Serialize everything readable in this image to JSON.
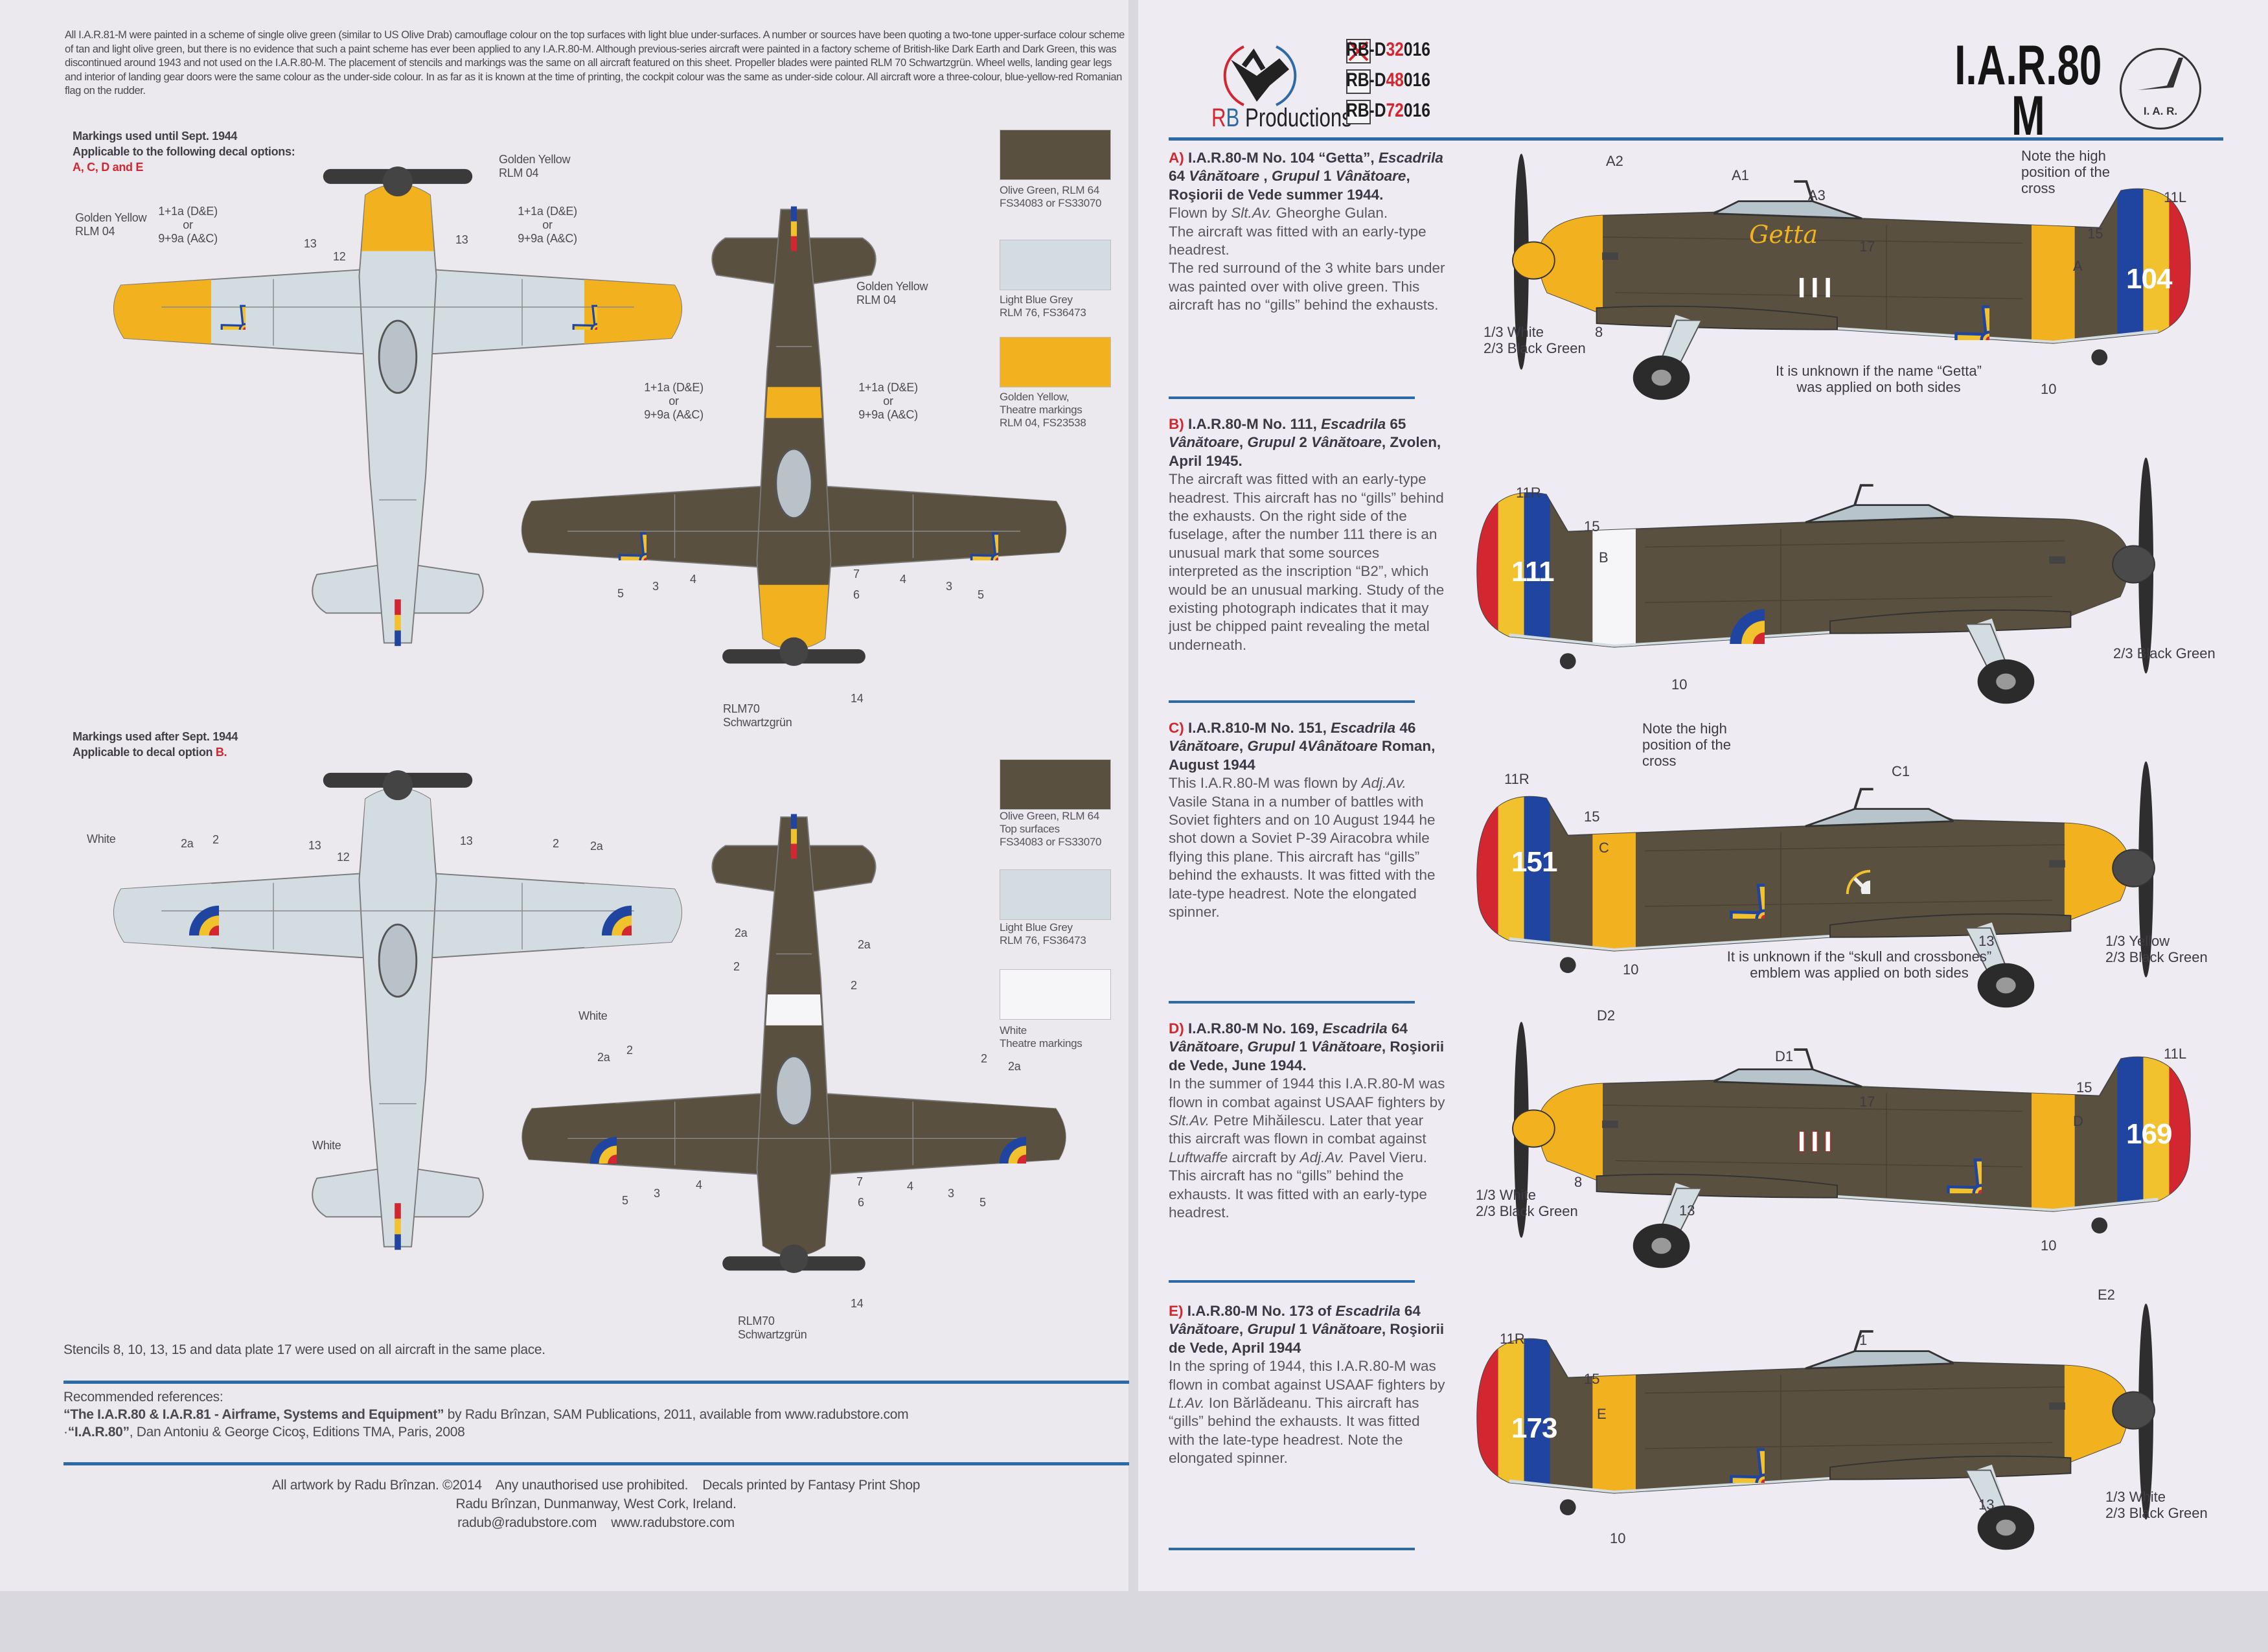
{
  "intro": "All I.A.R.81-M were painted in a scheme of single olive green (similar to US Olive Drab) camouflage colour on the top surfaces with light blue under-surfaces. A number or sources have been quoting a two-tone upper-surface colour scheme of tan and light olive green, but there is no evidence that such a paint scheme has ever been applied to any I.A.R.80-M. Although previous-series aircraft were painted in a factory scheme of British-like Dark Earth and Dark Green, this was discontinued around 1943 and not used on the I.A.R.80-M.  The placement of stencils and markings was the same on all aircraft featured on this sheet. Propeller blades were painted RLM 70 Schwartzgrün. Wheel wells, landing gear legs and interior of landing gear doors were the same colour as the under-side colour. In as far as it is known at the time of printing, the cockpit colour was the same as under-side colour. All aircraft wore a three-colour, blue-yellow-red Romanian flag on the rudder.",
  "left": {
    "section1": {
      "title": "Markings used until Sept. 1944",
      "applicable": "Applicable to the following decal options:",
      "options": "A, C, D and E"
    },
    "section2": {
      "title": "Markings used after Sept. 1944",
      "applicable": "Applicable to decal option ",
      "options": "B."
    },
    "swatches1": [
      {
        "color": "#5a503f",
        "label": "Olive Green, RLM 64\nFS34083 or FS33070"
      },
      {
        "color": "#d3dde1",
        "label": "Light Blue Grey\nRLM 76, FS36473"
      },
      {
        "color": "#f2b21f",
        "label": "Golden Yellow,\nTheatre markings\nRLM 04, FS23538"
      }
    ],
    "swatches2": [
      {
        "color": "#5a503f",
        "label": "Olive Green, RLM 64\nTop surfaces\nFS34083 or FS33070"
      },
      {
        "color": "#d3dde1",
        "label": "Light Blue Grey\nRLM 76, FS36473"
      },
      {
        "color": "#f6f5f8",
        "label": "White\nTheatre markings"
      }
    ],
    "callouts": {
      "tl": [
        "Golden Yellow\nRLM 04",
        "Golden Yellow\nRLM 04",
        "1+1a (D&E)\nor\n9+9a (A&C)",
        "1+1a (D&E)\nor\n9+9a (A&C)",
        "13",
        "12",
        "13"
      ],
      "tr": [
        "Golden Yellow\nRLM 04",
        "1+1a (D&E)\nor\n9+9a (A&C)",
        "1+1a (D&E)\nor\n9+9a (A&C)",
        "5",
        "3",
        "4",
        "7",
        "6",
        "4",
        "3",
        "5",
        "14",
        "RLM70\nSchwartzgrün"
      ],
      "bl": [
        "White",
        "2a",
        "2",
        "13",
        "12",
        "13",
        "2",
        "2a",
        "White",
        "White"
      ],
      "br": [
        "2a",
        "2",
        "2a",
        "2",
        "2a",
        "2",
        "2",
        "2a",
        "5",
        "3",
        "4",
        "7",
        "6",
        "4",
        "3",
        "5",
        "14",
        "RLM70\nSchwartzgrün"
      ]
    },
    "stencil_note": "Stencils 8, 10, 13, 15 and data plate 17 were used on all aircraft in the same place.",
    "references": {
      "heading": "Recommended references:",
      "ref1_title": "“The I.A.R.80 & I.A.R.81 - Airframe, Systems and Equipment”",
      "ref1_rest": " by Radu Brînzan, SAM Publications, 2011, available from www.radubstore.com",
      "ref2_prefix": "·",
      "ref2_title": "“I.A.R.80”",
      "ref2_rest": ", Dan Antoniu & George Cicoş, Editions TMA, Paris, 2008"
    },
    "footer": {
      "line1": "All artwork by Radu Brînzan. ©2014    Any unauthorised use prohibited.    Decals printed by Fantasy Print Shop",
      "line2": "Radu Brînzan, Dunmanway, West Cork, Ireland.",
      "email": "radub@radubstore.com",
      "website": "www.radubstore.com"
    }
  },
  "header": {
    "brand_r": "R",
    "brand_b": "B",
    "brand_rest": " Productions",
    "codes": [
      {
        "prefix": "RB-D",
        "scale": "32",
        "suffix": "016",
        "checked": true
      },
      {
        "prefix": "RB-D",
        "scale": "48",
        "suffix": "016",
        "checked": false
      },
      {
        "prefix": "RB-D",
        "scale": "72",
        "suffix": "016",
        "checked": false
      }
    ],
    "title": "I.A.R.80",
    "subtitle": "M",
    "emblem_text": "I. A. R."
  },
  "options": [
    {
      "title": [
        {
          "t": "A)",
          "red": true
        },
        " I.A.R.80-M No. 104 “Getta”, ",
        {
          "t": "Escadrila",
          "i": true
        },
        " 64 ",
        {
          "t": "Vânătoare",
          "i": true
        },
        " , ",
        {
          "t": "Grupul",
          "i": true
        },
        " 1 ",
        {
          "t": "Vânătoare",
          "i": true
        },
        ", Roşiorii de Vede summer 1944."
      ],
      "body": [
        [
          "Flown by ",
          {
            "t": "Slt.Av.",
            "i": true
          },
          " Gheorghe Gulan."
        ],
        [
          "The aircraft was fitted with an early-type headrest."
        ],
        [
          "The red surround of the 3 white bars under was painted over with olive green. This aircraft has no “gills” behind the exhausts."
        ]
      ],
      "callouts": [
        "A2",
        "A1",
        "A3",
        "Note the high\nposition of the\ncross",
        "11L",
        "15",
        "A",
        "17",
        "1/3 White\n2/3 Black Green",
        "8",
        "It is unknown if the name “Getta”\nwas applied on both sides",
        "10",
        "Getta",
        "III",
        "104"
      ]
    },
    {
      "title": [
        {
          "t": "B)",
          "red": true
        },
        " I.A.R.80-M No. 111, ",
        {
          "t": "Escadrila",
          "i": true
        },
        " 65 ",
        {
          "t": "Vânătoare",
          "i": true
        },
        ", ",
        {
          "t": "Grupul",
          "i": true
        },
        " 2 ",
        {
          "t": "Vânătoare",
          "i": true
        },
        ", Zvolen, April 1945."
      ],
      "body": [
        [
          "The aircraft was fitted with an early-type headrest. This aircraft has no “gills” behind the exhausts. On the right side of the fuselage, after the number 111 there is an unusual mark that some sources interpreted as the inscription “B2”, which would be an unusual marking. Study of the existing photograph indicates that it may just be chipped paint revealing the metal underneath."
        ]
      ],
      "callouts": [
        "11R",
        "15",
        "B",
        "111",
        "10",
        "2/3 Black Green"
      ]
    },
    {
      "title": [
        {
          "t": "C)",
          "red": true
        },
        " I.A.R.810-M No. 151, ",
        {
          "t": "Escadrila",
          "i": true
        },
        " 46 ",
        {
          "t": "Vânătoare",
          "i": true
        },
        ", ",
        {
          "t": "Grupul",
          "i": true
        },
        " 4",
        {
          "t": "Vânătoare",
          "i": true
        },
        " Roman, August 1944"
      ],
      "body": [
        [
          "This I.A.R.80-M was flown by ",
          {
            "t": "Adj.Av.",
            "i": true
          },
          " Vasile Stana in a number of battles with Soviet fighters and on 10 August 1944 he shot down a Soviet P-39 Airacobra while flying this plane. This aircraft has “gills” behind the exhausts. It was fitted with the late-type headrest. Note the elongated spinner."
        ]
      ],
      "callouts": [
        "Note the high\nposition of the\ncross",
        "C1",
        "11R",
        "15",
        "C",
        "151",
        "10",
        "13",
        "It is unknown if the “skull and crossbones”\nemblem was applied on both sides",
        "1/3 Yellow\n2/3 Black Green"
      ]
    },
    {
      "title": [
        {
          "t": "D)",
          "red": true
        },
        " I.A.R.80-M No. 169, ",
        {
          "t": "Escadrila",
          "i": true
        },
        " 64 ",
        {
          "t": "Vânătoare",
          "i": true
        },
        ", ",
        {
          "t": "Grupul",
          "i": true
        },
        " 1 ",
        {
          "t": "Vânătoare",
          "i": true
        },
        ", Roşiorii de Vede, June 1944."
      ],
      "body": [
        [
          "In the summer of 1944 this I.A.R.80-M was flown in combat against USAAF fighters by ",
          {
            "t": "Slt.Av.",
            "i": true
          },
          " Petre Mihăilescu. Later that year this aircraft was flown in combat against ",
          {
            "t": "Luftwaffe",
            "i": true
          },
          " aircraft by ",
          {
            "t": "Adj.Av.",
            "i": true
          },
          " Pavel Vieru. This aircraft has no “gills” behind the exhausts. It was fitted with an early-type headrest."
        ]
      ],
      "callouts": [
        "D2",
        "D1",
        "17",
        "11L",
        "15",
        "D",
        "169",
        "8",
        "1/3 White\n2/3 Black Green",
        "13",
        "10",
        "III"
      ]
    },
    {
      "title": [
        {
          "t": "E)",
          "red": true
        },
        " I.A.R.80-M No. 173 of ",
        {
          "t": "Escadrila",
          "i": true
        },
        " 64 ",
        {
          "t": "Vânătoare",
          "i": true
        },
        ", ",
        {
          "t": "Grupul",
          "i": true
        },
        " 1 ",
        {
          "t": "Vânătoare",
          "i": true
        },
        ", Roşiorii de Vede, April 1944"
      ],
      "body": [
        [
          "In the spring of 1944, this I.A.R.80-M was flown in combat against USAAF fighters by ",
          {
            "t": "Lt.Av.",
            "i": true
          },
          " Ion Bărlădeanu. This aircraft has “gills” behind the exhausts. It was fitted with the late-type headrest. Note the elongated spinner."
        ]
      ],
      "callouts": [
        "E2",
        "1",
        "11R",
        "15",
        "E",
        "173",
        "13",
        "10",
        "1/3 White\n2/3 Black Green"
      ]
    }
  ],
  "colors": {
    "olive": "#5a503f",
    "light_blue": "#d3dde1",
    "yellow": "#f2b21f",
    "rule_blue": "#2d6aa6",
    "accent_red": "#d22630",
    "roundel_blue": "#1f45a0"
  }
}
